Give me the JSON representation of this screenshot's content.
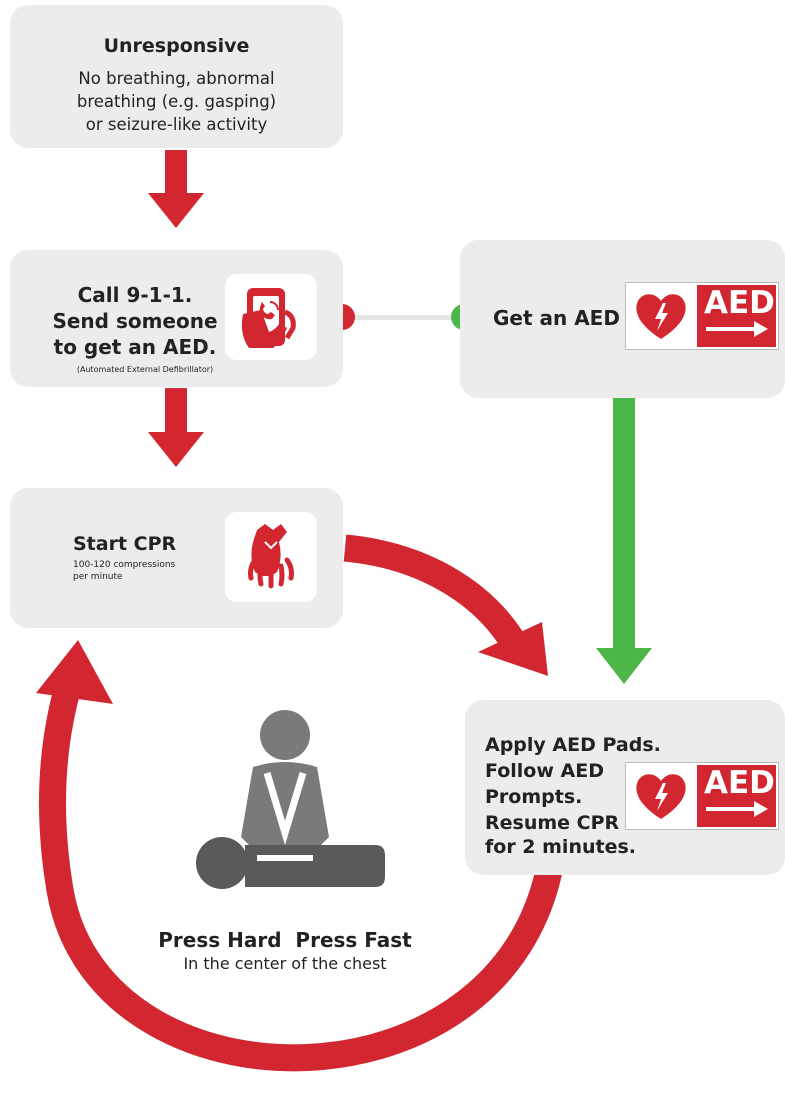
{
  "colors": {
    "red": "#d22630",
    "green": "#4cb648",
    "box_gray": "#ececec",
    "figure_gray": "#7a7a7a"
  },
  "step_unresponsive": {
    "title": "Unresponsive",
    "line1": "No breathing, abnormal",
    "line2": "breathing (e.g. gasping)",
    "line3": "or seizure-like activity"
  },
  "step_call": {
    "line1": "Call 9-1-1.",
    "line2": "Send someone",
    "line3": "to get an AED.",
    "footnote": "(Automated External Defibrillator)",
    "icon": "phone-hand-icon"
  },
  "step_get_aed": {
    "label": "Get an AED",
    "sign_text": "AED",
    "icon": "aed-sign-icon"
  },
  "step_cpr": {
    "title": "Start CPR",
    "line1": "100-120 compressions",
    "line2": "per minute",
    "icon": "hands-compression-icon"
  },
  "step_apply": {
    "line1": "Apply AED Pads.",
    "line2": "Follow AED",
    "line3": "Prompts.",
    "line4": "Resume CPR",
    "line5": "for 2 minutes.",
    "sign_text": "AED"
  },
  "caption": {
    "bold": "Press Hard  Press Fast",
    "sub": "In the center of the chest"
  }
}
